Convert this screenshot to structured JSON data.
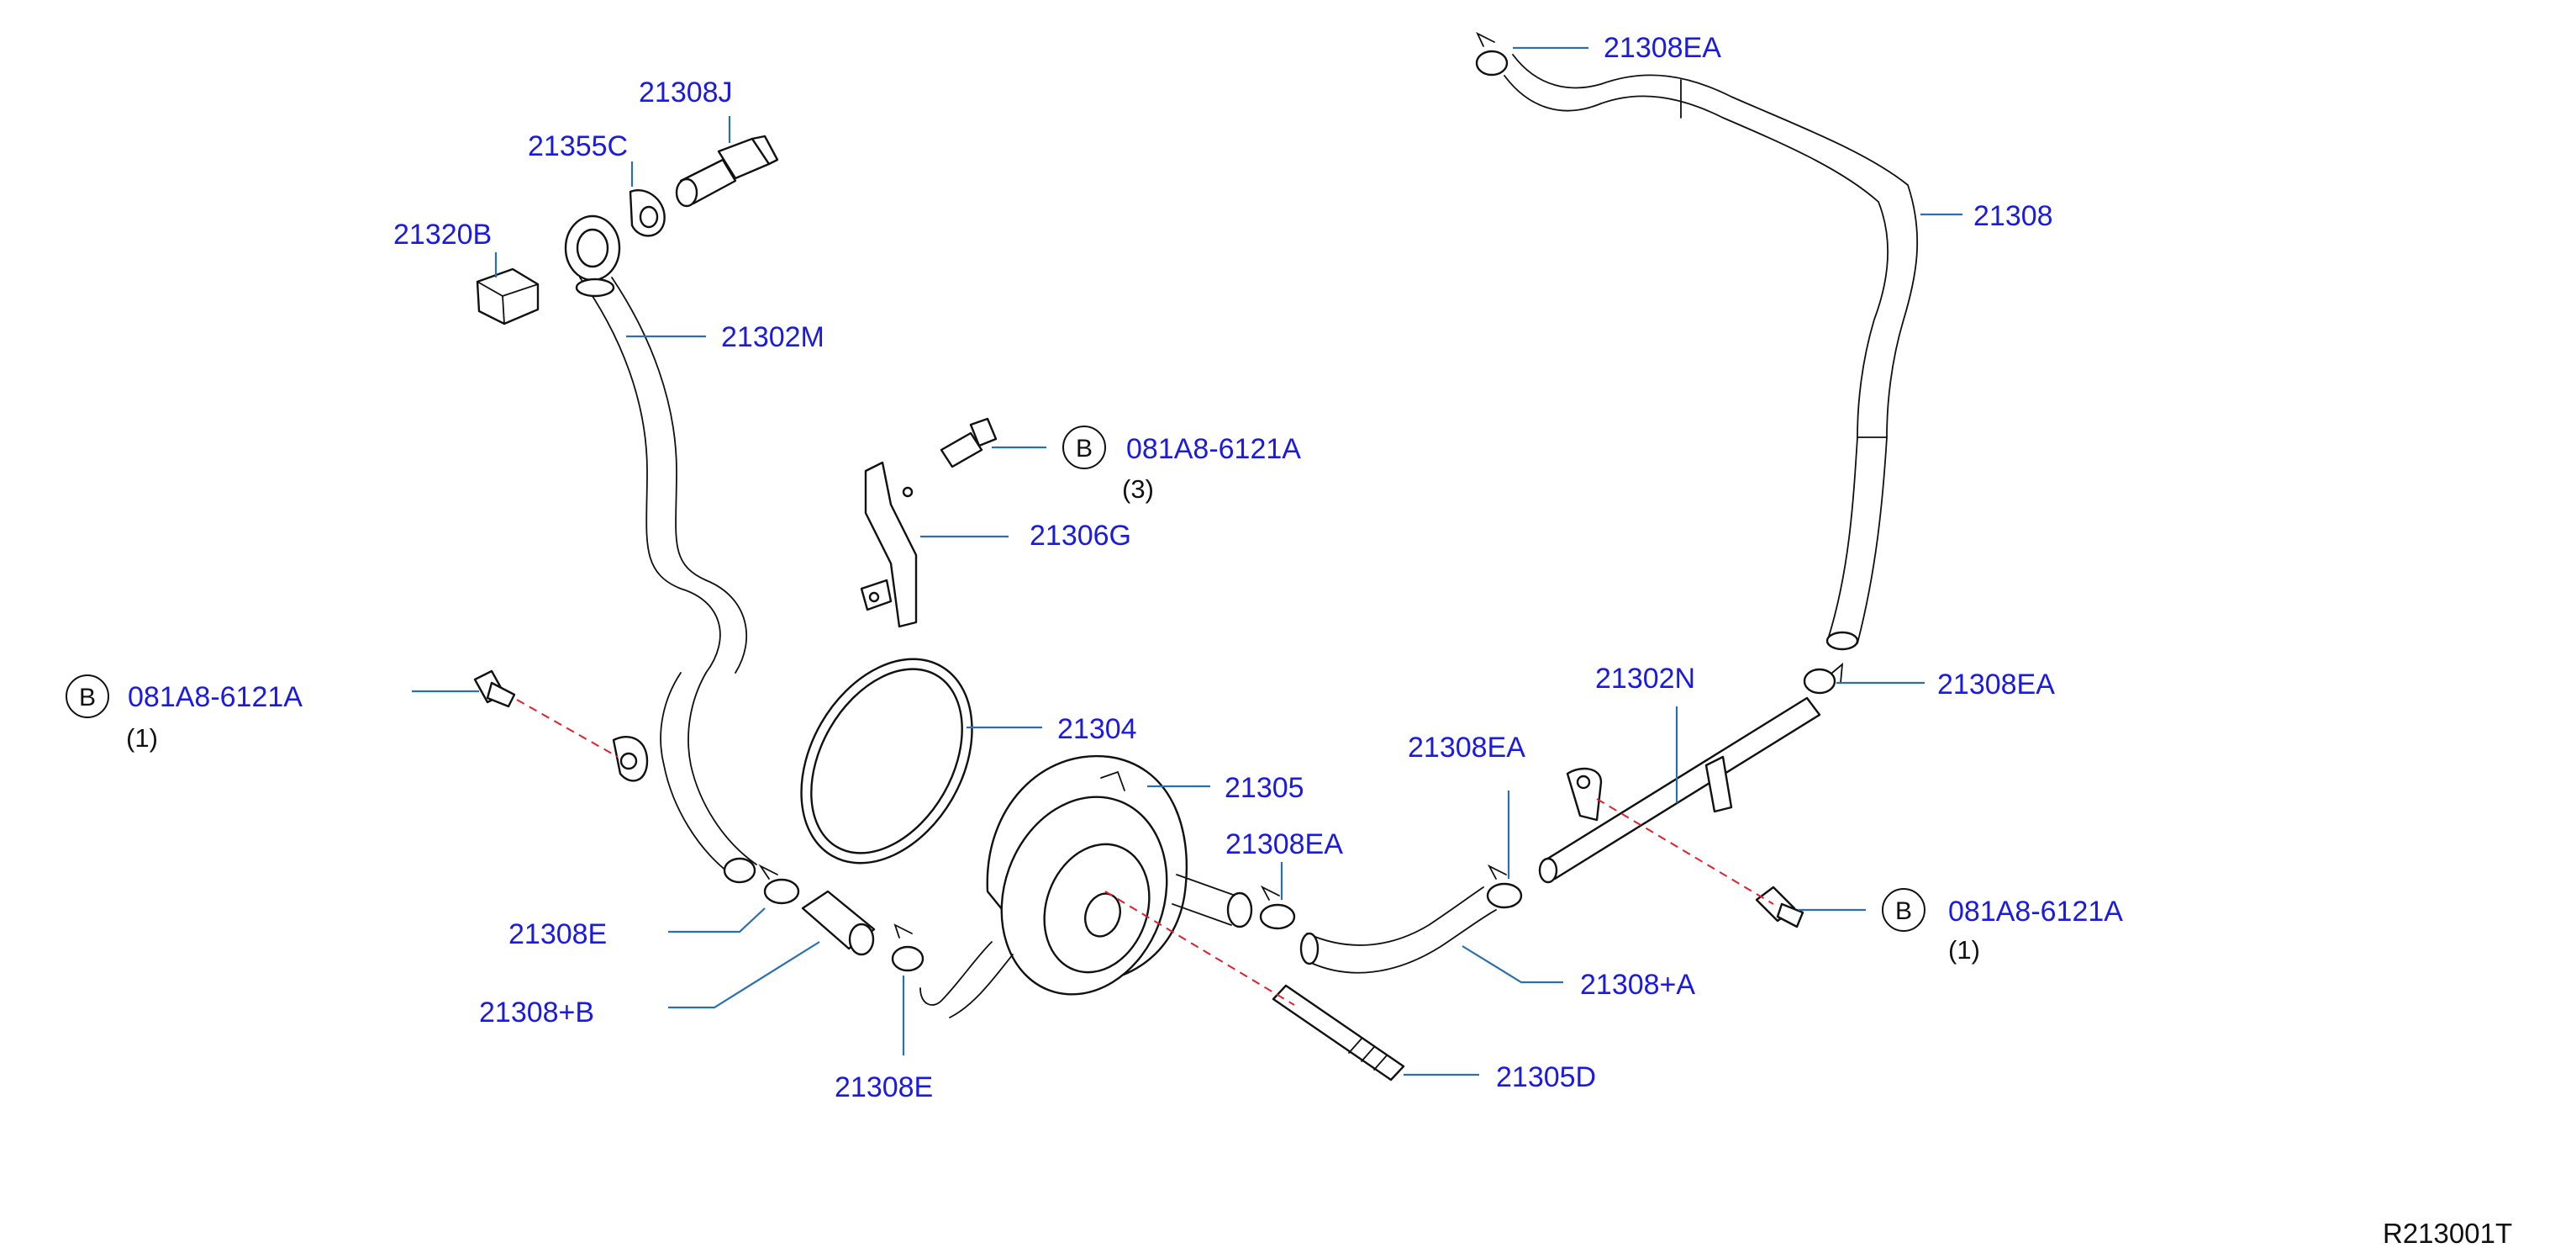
{
  "labels": {
    "l_21308j": "21308J",
    "l_21355c": "21355C",
    "l_21320b": "21320B",
    "l_21302m": "21302M",
    "l_bolt_top": "081A8-6121A",
    "l_bolt_top_qty": "(3)",
    "l_21306g": "21306G",
    "l_bolt_left": "081A8-6121A",
    "l_bolt_left_qty": "(1)",
    "l_21304": "21304",
    "l_21305": "21305",
    "l_21308e_left": "21308E",
    "l_21308b": "21308+B",
    "l_21308e_bottom": "21308E",
    "l_21308ea_mid": "21308EA",
    "l_21308ea_center": "21308EA",
    "l_21308a": "21308+A",
    "l_21305d": "21305D",
    "l_21308ea_top": "21308EA",
    "l_21308": "21308",
    "l_21302n": "21302N",
    "l_21308ea_right": "21308EA",
    "l_bolt_right": "081A8-6121A",
    "l_bolt_right_qty": "(1)",
    "b_marker": "B",
    "ref_code": "R213001T"
  },
  "colors": {
    "label_blue": "#1a1ae0",
    "leader_blue": "#2a6fb0",
    "centerline_red": "#e0202a",
    "line_black": "#111111"
  }
}
